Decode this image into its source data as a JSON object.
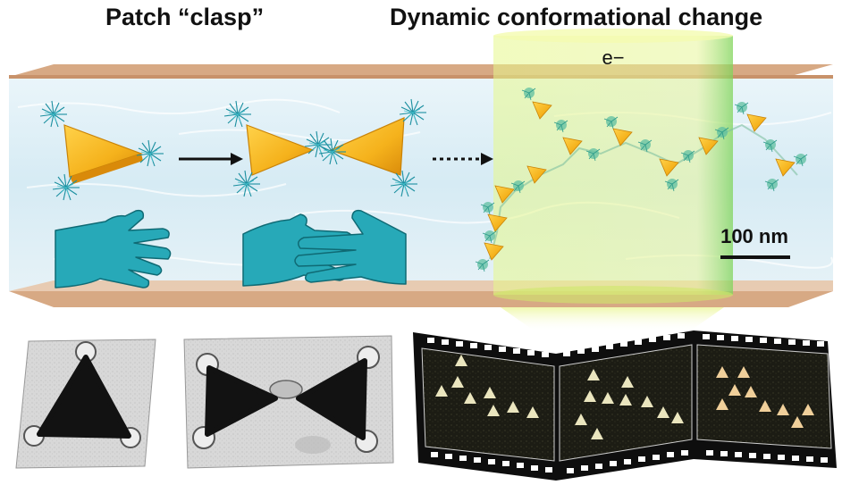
{
  "titles": {
    "left": "Patch “clasp”",
    "right": "Dynamic conformational change"
  },
  "beam_label": "e−",
  "scale_bar_label": "100 nm",
  "colors": {
    "plate": "#d7a984",
    "triangle": "#f5b21c",
    "ligand": "#1b8fa0",
    "hand": "#27a9b8",
    "beam": "#c9f07a",
    "water": "#dceef6"
  },
  "icons": [
    "solid-arrow-icon",
    "dotted-arrow-icon",
    "hand-icon",
    "clasped-hands-icon",
    "film-strip-icon"
  ]
}
